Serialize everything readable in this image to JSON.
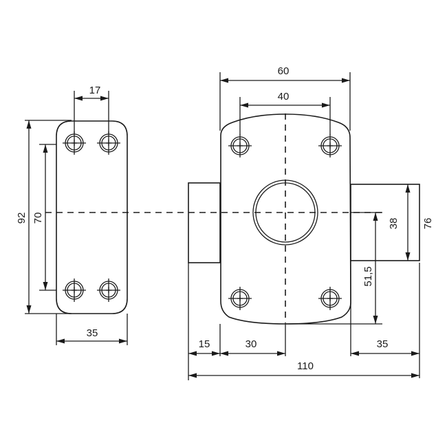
{
  "drawing": {
    "type": "technical dimension drawing",
    "subject": "surface-mounted bolt lock with keeper plate",
    "units": "mm",
    "line_color": "#1a1a1a",
    "background": "#ffffff"
  },
  "keeper_plate": {
    "dimensions": {
      "hole_spacing_horizontal": "17",
      "overall_height": "92",
      "hole_spacing_vertical": "70",
      "width": "35"
    }
  },
  "lock_body": {
    "dimensions": {
      "overall_width": "60",
      "hole_spacing_horizontal": "40",
      "bolt_height": "38",
      "housing_height": "76",
      "center_to_bottom": "51,5",
      "left_stub": "15",
      "stub_to_center": "30",
      "bolt_projection": "35",
      "overall_length": "110"
    },
    "cylinder_hole": "round cylinder opening"
  }
}
